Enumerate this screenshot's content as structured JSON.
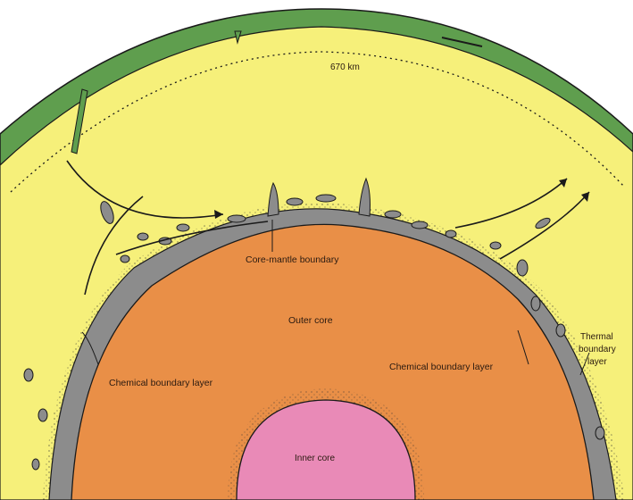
{
  "labels": {
    "depth_670": "670 km",
    "core_mantle_boundary": "Core-mantle boundary",
    "outer_core": "Outer core",
    "inner_core": "Inner core",
    "chemical_boundary_layer_left": "Chemical boundary layer",
    "chemical_boundary_layer_right": "Chemical boundary layer",
    "thermal_boundary_layer": [
      "Thermal",
      "boundary",
      "layer"
    ]
  },
  "colors": {
    "crust": "#5f9e4e",
    "mantle": "#f6f07a",
    "boundary_layer": "#8c8c8c",
    "outer_core": "#e98f47",
    "inner_core": "#e98ab7",
    "outline": "#1a1a1a"
  }
}
